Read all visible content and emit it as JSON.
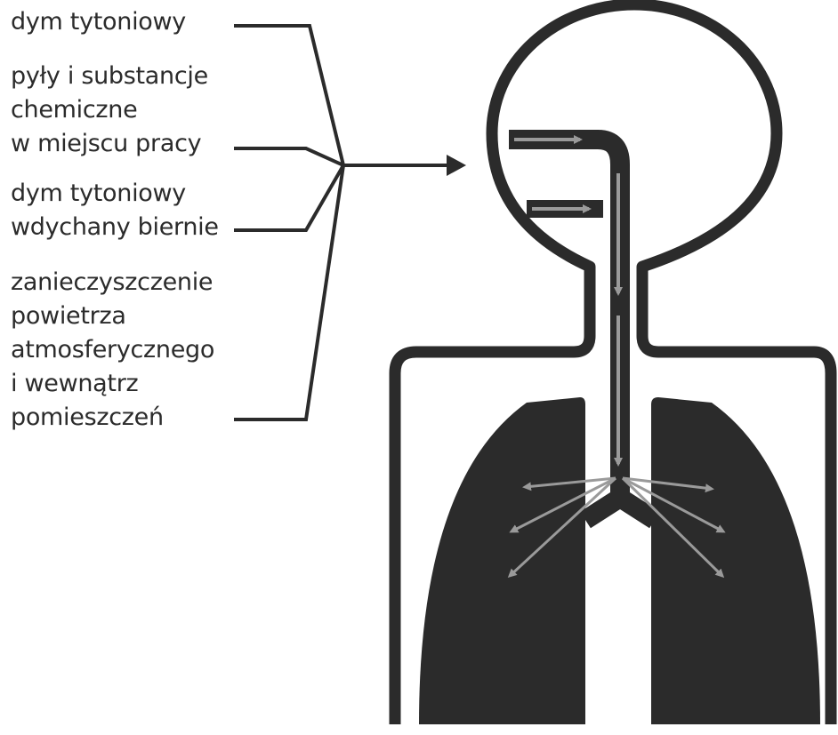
{
  "labels": {
    "smoke": [
      "dym tytoniowy"
    ],
    "workplace": [
      "pyły i substancje",
      "chemiczne",
      "w miejscu pracy"
    ],
    "passive": [
      "dym tytoniowy",
      "wdychany biernie"
    ],
    "pollution": [
      "zanieczyszczenie",
      "powietrza",
      "atmosferycznego",
      "i wewnątrz",
      "pomieszczeń"
    ]
  },
  "colors": {
    "ink": "#2b2b2b",
    "arrow": "#9a9a9a",
    "background": "#ffffff"
  }
}
